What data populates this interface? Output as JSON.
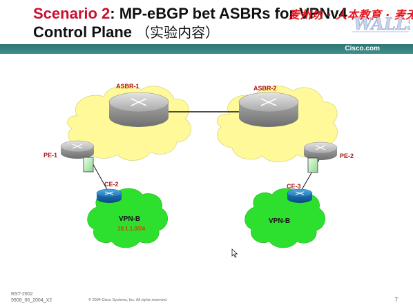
{
  "slide": {
    "title_prefix": "Scenario 2",
    "title_rest": ": MP-eBGP bet ASBRs for VPNv4",
    "title_line2": "Control Plane",
    "title_cn": "（实验内容）",
    "watermark": "麦州坊 · 人本教育 · 麦无忧",
    "brand": "Cisco.com",
    "footer_code": "RST-2602",
    "footer_date": "9908_06_2004_X2",
    "copyright": "© 2004 Cisco Systems, Inc. All rights reserved.",
    "page_number": "7"
  },
  "diagram": {
    "routers": {
      "asbr1": "ASBR-1",
      "asbr2": "ASBR-2",
      "pe1": "PE-1",
      "pe2": "PE-2",
      "ce2": "CE-2",
      "ce3": "CE-3"
    },
    "vpns": {
      "left": "VPN-B",
      "left_prefix": "10.1.1.0/24",
      "right": "VPN-B"
    }
  },
  "colors": {
    "title_accent": "#c8102e",
    "cloud_yellow": "#fff99a",
    "vpn_green": "#2ee02e",
    "header_bar": "#3a8785"
  }
}
